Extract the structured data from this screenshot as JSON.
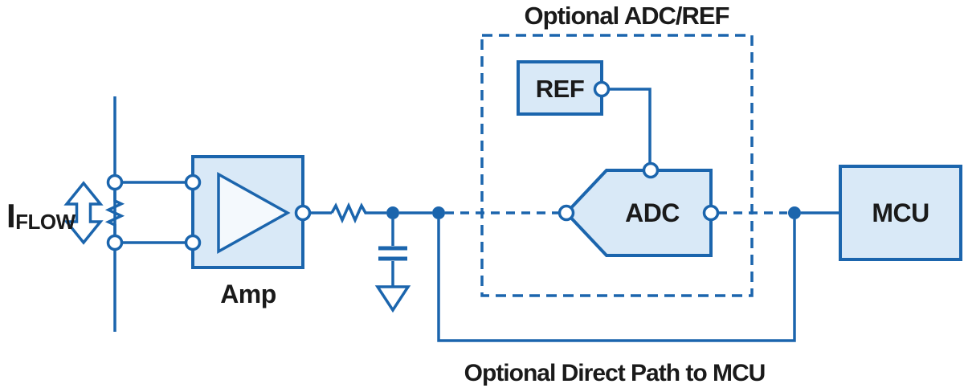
{
  "diagram": {
    "optional_block_title": "Optional ADC/REF",
    "bottom_label": "Optional Direct Path to MCU",
    "current_label_main": "I",
    "current_label_sub": "FLOW",
    "amp_label": "Amp",
    "ref_label": "REF",
    "adc_label": "ADC",
    "mcu_label": "MCU",
    "colors": {
      "wire_blue": "#1b65ad",
      "block_fill": "#d9e9f7",
      "triangle_fill": "#f4f9fd",
      "label_black": "#1a1a1a",
      "background": "#ffffff"
    },
    "icons": {
      "current_flow_arrow": "double-headed-vertical-arrow",
      "amplifier": "right-pointing-triangle",
      "shunt_resistor": "zigzag-resistor",
      "series_resistor": "zigzag-resistor",
      "capacitor": "parallel-plates",
      "ground": "open-triangle-down",
      "terminal": "open-circle",
      "junction": "filled-circle"
    }
  }
}
